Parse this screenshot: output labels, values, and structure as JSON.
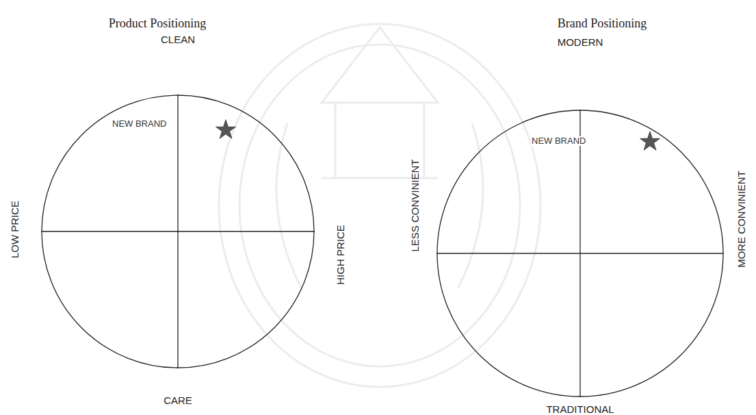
{
  "diagram": {
    "nodes": [
      {
        "text": [
          "NEW BRAND"
        ]
      },
      {
        "text": [
          "NEW BRAND"
        ]
      }
    ],
    "edges": [],
    "labels": [
      "Product Positioning",
      "CLEAN",
      "LOW PRICE",
      "HIGH PRICE",
      "LESS CONVINIENT",
      "CARE",
      "Brand Positioning",
      "MODERN",
      "MORE CONVINIENT",
      "TRADITIONAL"
    ]
  }
}
